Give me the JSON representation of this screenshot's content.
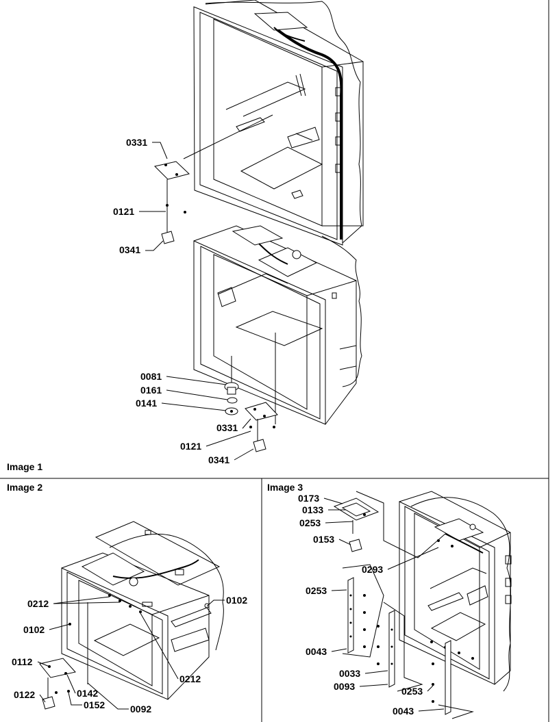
{
  "panels": {
    "image1": {
      "title": "Image 1"
    },
    "image2": {
      "title": "Image 2"
    },
    "image3": {
      "title": "Image 3"
    }
  },
  "callouts": {
    "image1": [
      "0331",
      "0121",
      "0341",
      "0081",
      "0161",
      "0141",
      "0331",
      "0121",
      "0341"
    ],
    "image2": [
      "0212",
      "0102",
      "0102",
      "0112",
      "0142",
      "0122",
      "0152",
      "0092",
      "0212"
    ],
    "image3": [
      "0173",
      "0133",
      "0253",
      "0153",
      "0293",
      "0253",
      "0043",
      "0033",
      "0093",
      "0253",
      "0043"
    ]
  }
}
